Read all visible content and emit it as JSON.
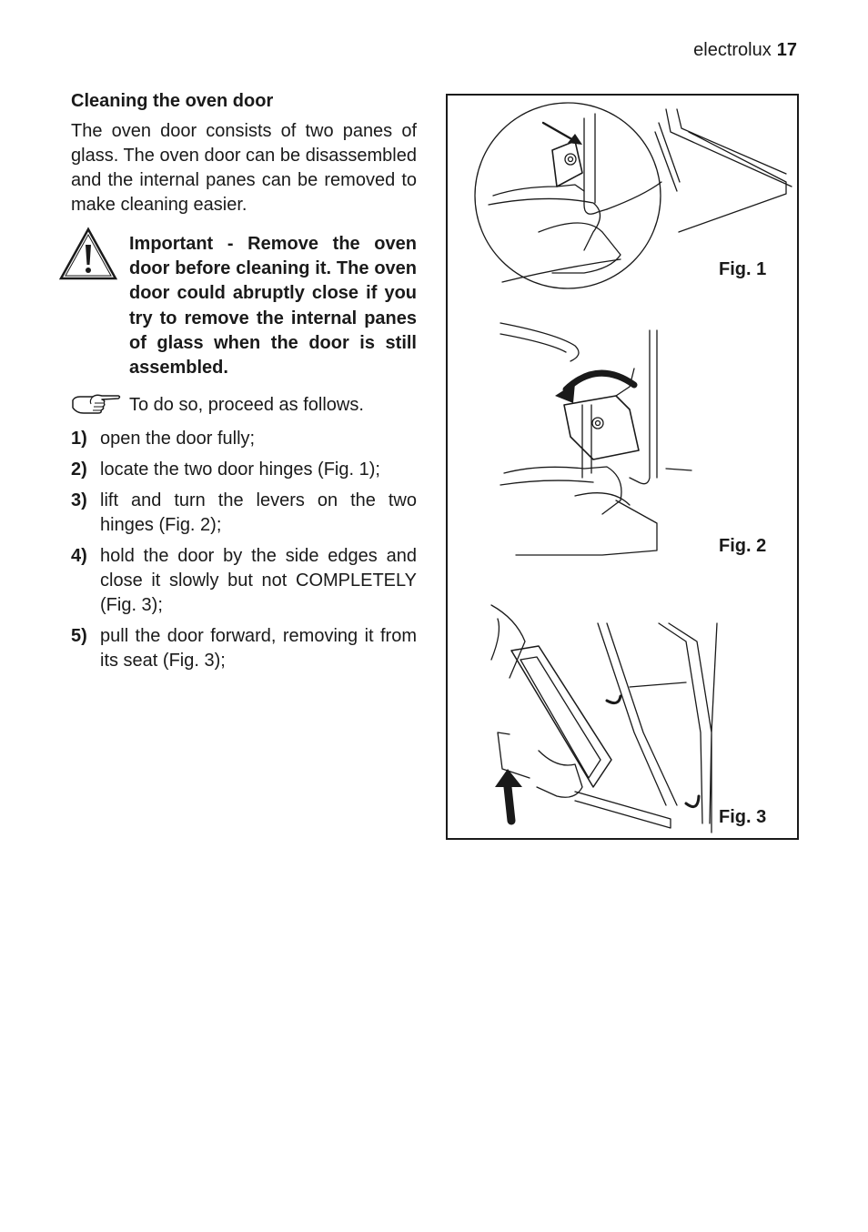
{
  "header": {
    "brand": "electrolux",
    "page_number": "17"
  },
  "section": {
    "title": "Cleaning the oven door",
    "intro": "The oven door consists of two panes of glass. The oven door can be disassembled and the internal panes can be removed to make cleaning easier."
  },
  "warning": {
    "icon": "warning-triangle-icon",
    "text": "Important - Remove the oven door before cleaning it. The oven door could abruptly close if you try to remove the internal panes of glass when the door is still assembled."
  },
  "note": {
    "icon": "pointing-hand-icon",
    "text": "To do so, proceed as follows."
  },
  "steps": [
    {
      "num": "1)",
      "text": "open the door fully;"
    },
    {
      "num": "2)",
      "text": "locate the two door hinges (Fig. 1);"
    },
    {
      "num": "3)",
      "text": "lift and turn the levers on the two hinges (Fig. 2);"
    },
    {
      "num": "4)",
      "text": "hold the door by the side edges and close it slowly but not COMPLETELY (Fig. 3);"
    },
    {
      "num": "5)",
      "text": "pull the door forward, removing it from its seat (Fig. 3);"
    }
  ],
  "figures": [
    {
      "label": "Fig. 1"
    },
    {
      "label": "Fig. 2"
    },
    {
      "label": "Fig. 3"
    }
  ]
}
